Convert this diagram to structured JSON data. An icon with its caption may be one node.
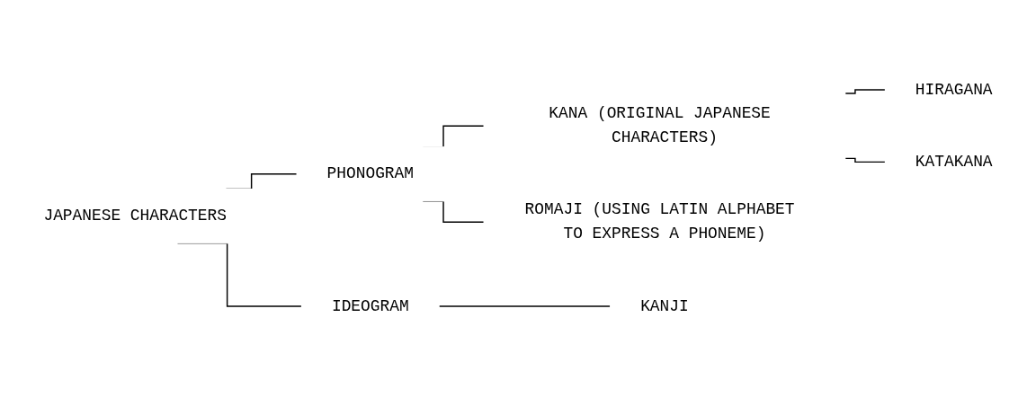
{
  "diagram": {
    "nodes": [
      {
        "text": [
          "JAPANESE CHARACTERS"
        ]
      },
      {
        "text": [
          "PHONOGRAM"
        ]
      },
      {
        "text": [
          "KANA (ORIGINAL JAPANESE CHARACTERS)"
        ]
      },
      {
        "text": [
          "HIRAGANA"
        ]
      },
      {
        "text": [
          "KATAKANA"
        ]
      },
      {
        "text": [
          "ROMAJI (USING LATIN ALPHABET TO EXPRESS A PHONEME)"
        ]
      },
      {
        "text": [
          "IDEOGRAM"
        ]
      },
      {
        "text": [
          "KANJI"
        ]
      }
    ],
    "edges": [
      {
        "from": 0,
        "to": 1,
        "arrow": "none"
      },
      {
        "from": 0,
        "to": 6,
        "arrow": "none"
      },
      {
        "from": 1,
        "to": 2,
        "arrow": "none"
      },
      {
        "from": 1,
        "to": 5,
        "arrow": "none"
      },
      {
        "from": 2,
        "to": 3,
        "arrow": "none"
      },
      {
        "from": 2,
        "to": 4,
        "arrow": "none"
      },
      {
        "from": 6,
        "to": 7,
        "arrow": "none"
      }
    ]
  }
}
